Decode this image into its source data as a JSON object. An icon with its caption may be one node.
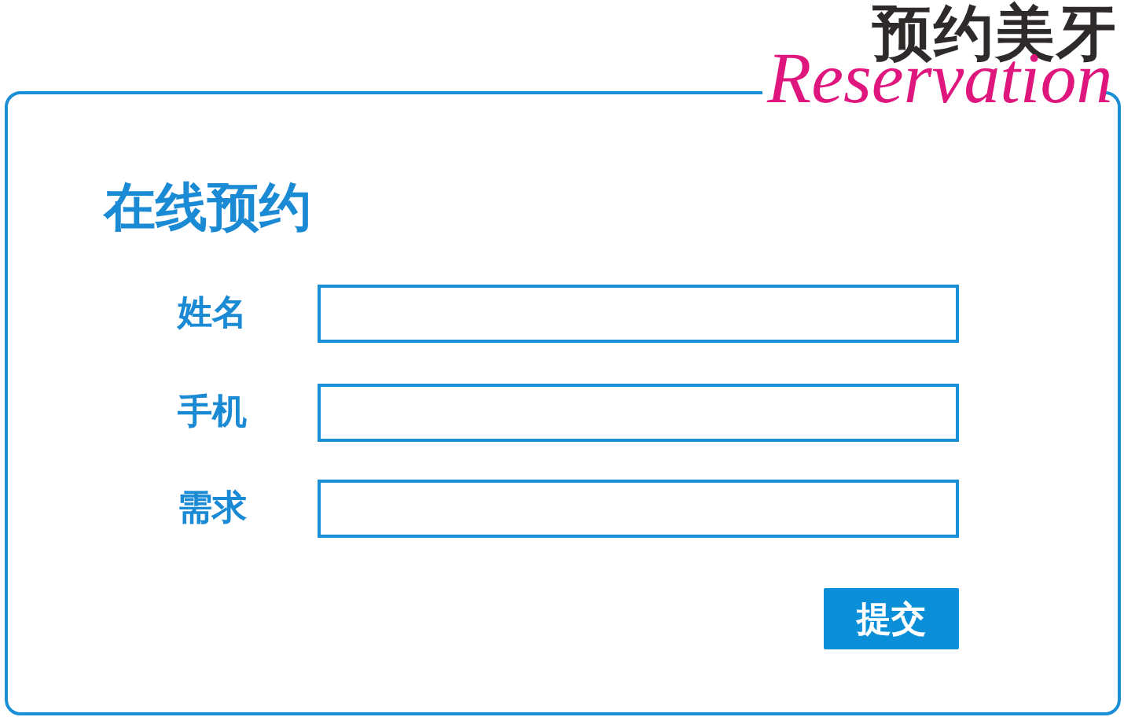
{
  "diagram": {
    "title": "预约美牙",
    "nodes": [
      {
        "text": [
          "在线预约"
        ]
      },
      {
        "text": [],
        "shape": "box",
        "in": 0,
        "beside": [
          "姓名"
        ]
      },
      {
        "text": [],
        "shape": "box",
        "in": 0,
        "beside": [
          "手机"
        ]
      },
      {
        "text": [],
        "shape": "box",
        "in": 0,
        "beside": [
          "需求"
        ]
      },
      {
        "text": [
          "提交"
        ],
        "in": 0
      }
    ],
    "labels": [
      "Reservation"
    ]
  }
}
